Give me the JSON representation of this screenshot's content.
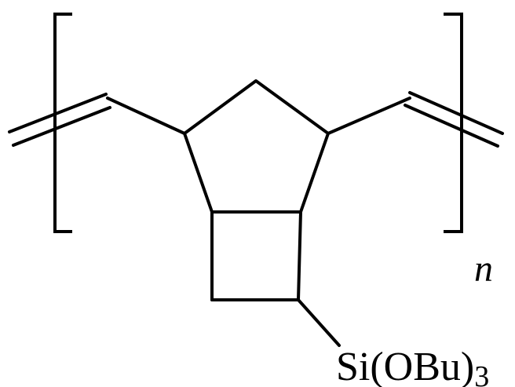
{
  "structure": {
    "repeat_unit_label": "n",
    "substituent": {
      "main": "Si(OBu)",
      "subscript": "3"
    }
  },
  "colors": {
    "ink": "#000000",
    "background": "#ffffff"
  }
}
